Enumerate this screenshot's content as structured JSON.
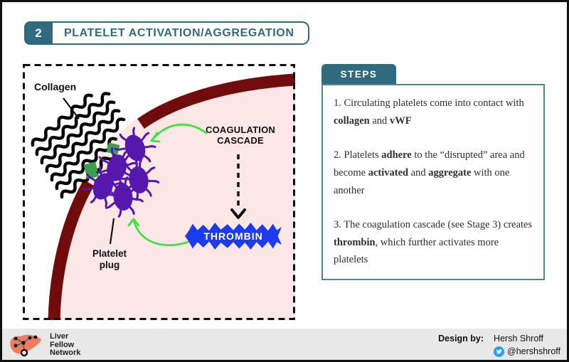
{
  "header": {
    "stage_number": "2",
    "title": "PLATELET ACTIVATION/AGGREGATION"
  },
  "diagram": {
    "collagen_label": "Collagen",
    "coagulation_cascade_line1": "COAGULATION",
    "coagulation_cascade_line2": "CASCADE",
    "thrombin_label": "THROMBIN",
    "platelet_plug_line1": "Platelet",
    "platelet_plug_line2": "plug",
    "icon_names": [
      "collagen-fibers",
      "vwf-green-squares",
      "platelet-cells",
      "vessel-wall",
      "dashed-arrow",
      "green-activation-arrows",
      "thrombin-starburst"
    ]
  },
  "steps_panel": {
    "title": "STEPS",
    "items": [
      {
        "segments": [
          {
            "t": "1. Circulating platelets come into contact with",
            "b": false
          },
          {
            "br": true
          },
          {
            "t": "collagen",
            "b": true
          },
          {
            "t": " and ",
            "b": false
          },
          {
            "t": "vWF",
            "b": true
          }
        ]
      },
      {
        "segments": [
          {
            "t": "2. Platelets ",
            "b": false
          },
          {
            "t": "adhere",
            "b": true
          },
          {
            "t": " to the “disrupted” area and",
            "b": false
          },
          {
            "br": true
          },
          {
            "t": "become ",
            "b": false
          },
          {
            "t": "activated",
            "b": true
          },
          {
            "t": " and ",
            "b": false
          },
          {
            "t": "aggregate",
            "b": true
          },
          {
            "t": " with one another",
            "b": false
          }
        ]
      },
      {
        "segments": [
          {
            "t": "3. The coagulation cascade (see Stage 3) creates",
            "b": false
          },
          {
            "br": true
          },
          {
            "t": "thrombin",
            "b": true
          },
          {
            "t": ", which further activates more platelets",
            "b": false
          }
        ]
      }
    ]
  },
  "footer": {
    "logo_line1": "Liver",
    "logo_line2": "Fellow",
    "logo_line3": "Network",
    "design_by_label": "Design by:",
    "designer_name": "Hersh Shroff",
    "twitter_handle": "@hershshroff",
    "logo_icon": "liver-network-logo",
    "twitter_icon": "twitter-bird-icon"
  },
  "colors": {
    "teal_accent": "#2F6B7D",
    "steps_border": "#4E8699",
    "vessel_maroon": "#700C0C",
    "lumen_pink": "#FAE7E6",
    "platelet_purple": "#5617AC",
    "vwf_green": "#3E9E50",
    "arrow_green": "#3FE03F",
    "thrombin_blue": "#1E3CEF",
    "twitter_blue": "#1DA1F2",
    "logo_salmon": "#F0795F",
    "footer_gray": "#E8E8E8"
  }
}
